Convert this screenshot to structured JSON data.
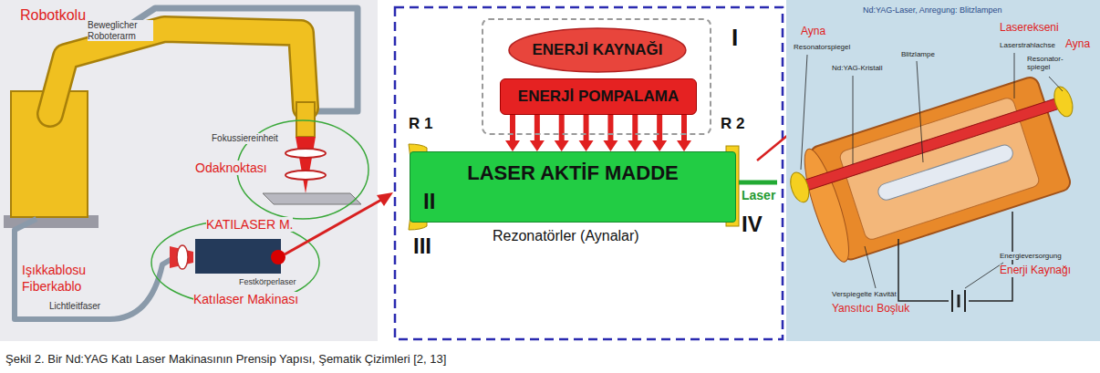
{
  "diagram": {
    "caption": "Şekil 2. Bir  Nd:YAG Katı Laser Makinasının Prensip Yapısı, Şematik Çizimleri [2, 13]",
    "nodes": [
      {
        "text": [
          "I"
        ]
      },
      {
        "text": [
          "ENERJİ KAYNAĞI"
        ],
        "in": 0
      },
      {
        "text": [
          "ENERJİ POMPALAMA"
        ],
        "in": 0
      },
      {
        "text": [
          "LASER AKTİF MADDE",
          "II"
        ]
      }
    ],
    "edges": [
      {
        "from": 2,
        "to": 3,
        "arrow": "to"
      },
      {
        "from": 2,
        "to": 3,
        "arrow": "to"
      },
      {
        "from": 2,
        "to": 3,
        "arrow": "to"
      },
      {
        "from": 2,
        "to": 3,
        "arrow": "to"
      },
      {
        "from": 2,
        "to": 3,
        "arrow": "to"
      },
      {
        "from": 2,
        "to": 3,
        "arrow": "to"
      },
      {
        "from": 2,
        "to": 3,
        "arrow": "to"
      },
      {
        "from": 2,
        "to": 3,
        "arrow": "to"
      }
    ],
    "labels": [
      "Robotkolu",
      "Beweglicher Roboterarm",
      "Fokussiereinheit",
      "Odaknoktası",
      "KATILASER M.",
      "Festkörperlaser",
      "Katılaser Makinası",
      "Işıkkablosu",
      "Fiberkablo",
      "Lichtleitfaser",
      "R 1",
      "R 2",
      "Laser",
      "III",
      "Rezonatörler (Aynalar)",
      "IV",
      "Nd:YAG-Laser, Anregung: Blitzlampen",
      "Ayna",
      "Resonatorspiegel",
      "Nd:YAG-Kristall",
      "Blitzlampe",
      "Laserekseni",
      "Laserstrahlachse",
      "Resonator-spiegel",
      "Ayna",
      "Energieversorgung",
      "Enerji Kaynağı",
      "Verspiegelte Kavität",
      "Yansıtıcı Boşluk"
    ]
  }
}
